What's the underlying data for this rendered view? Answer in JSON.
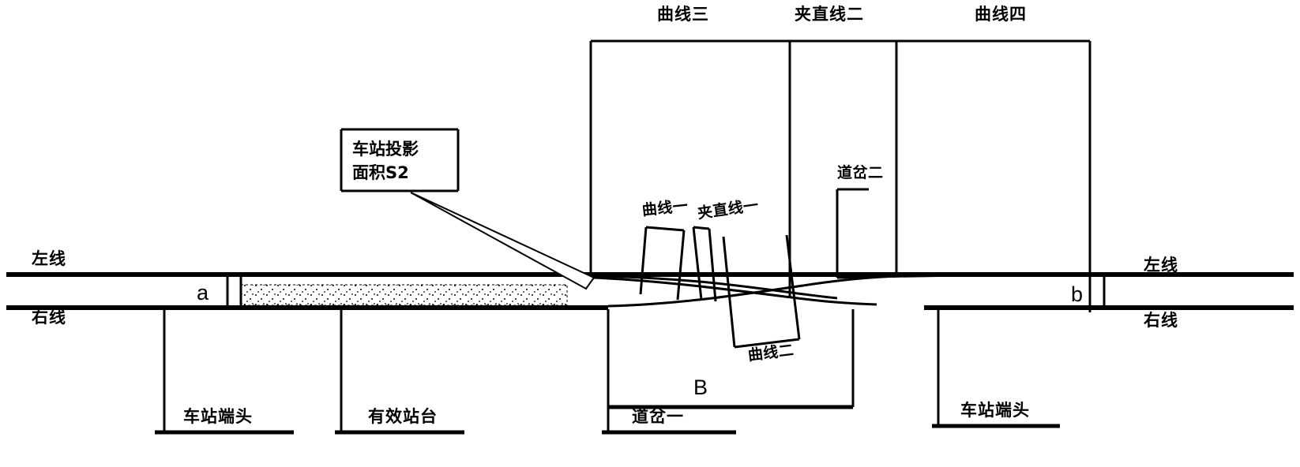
{
  "figure": {
    "type": "railway-station-track-layout-diagram",
    "background_color": "#ffffff",
    "line_color": "#000000"
  },
  "tracks": {
    "left_line_label_start": "左线",
    "left_line_label_end": "左线",
    "right_line_label_start": "右线",
    "right_line_label_end": "右线"
  },
  "top_labels": [
    {
      "id": "curve-3",
      "text": "曲线三"
    },
    {
      "id": "straight-2",
      "text": "夹直线二"
    },
    {
      "id": "curve-4",
      "text": "曲线四"
    }
  ],
  "inner_labels": [
    {
      "id": "curve-1",
      "text": "曲线一"
    },
    {
      "id": "straight-1",
      "text": "夹直线一"
    },
    {
      "id": "curve-2",
      "text": "曲线二"
    },
    {
      "id": "turnout-2",
      "text": "道岔二"
    }
  ],
  "bottom_labels": [
    {
      "id": "station-end-left",
      "text": "车站端头"
    },
    {
      "id": "effective-platform",
      "text": "有效站台"
    },
    {
      "id": "turnout-1",
      "text": "道岔一"
    },
    {
      "id": "station-end-right",
      "text": "车站端头"
    }
  ],
  "dimension_labels": [
    {
      "id": "dim-a",
      "text": "a"
    },
    {
      "id": "dim-b",
      "text": "b"
    },
    {
      "id": "dim-B",
      "text": "B"
    }
  ],
  "callout": {
    "line1": "车站投影",
    "line2": "面积S2",
    "full_text": "车站投影面积S2"
  },
  "hatch_region": {
    "name": "station-projection-area",
    "pattern": "dotted-stipple",
    "fill": "#ffffff"
  }
}
